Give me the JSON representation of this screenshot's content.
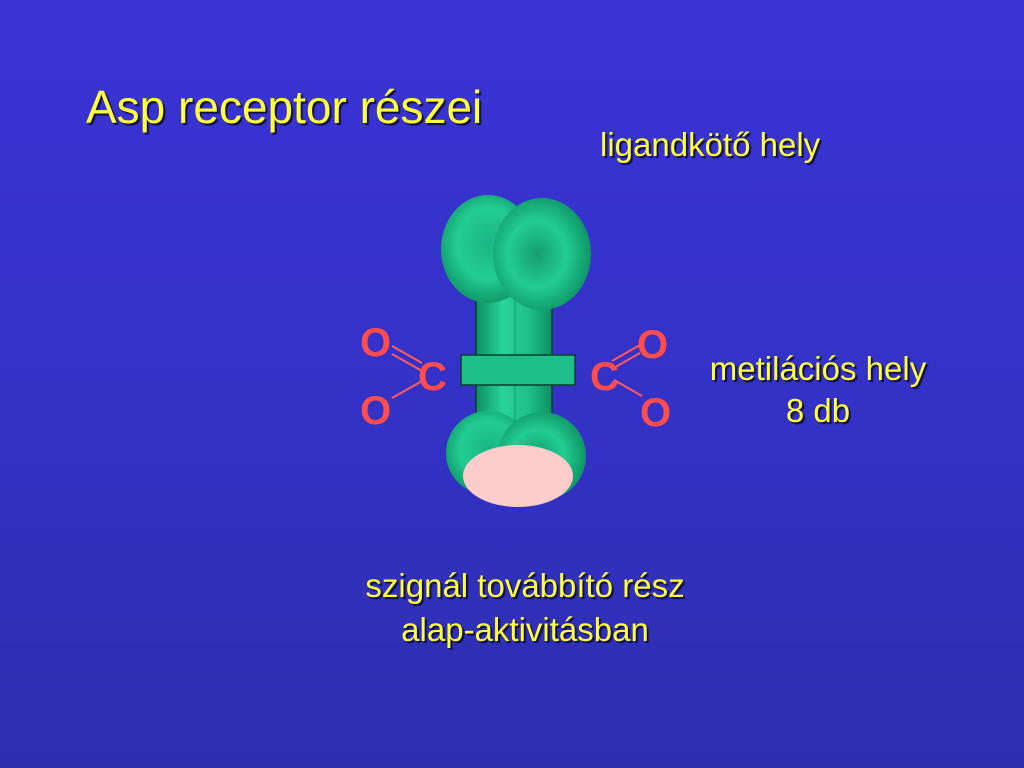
{
  "slide": {
    "title": "Asp receptor részei"
  },
  "labels": {
    "ligand_site": "ligandkötő hely",
    "methylation_site_line1": "metilációs hely",
    "methylation_site_line2": "8 db",
    "signal_part_line1": "szignál továbbító rész",
    "signal_part_line2": "alap-aktivitásban"
  },
  "atoms": {
    "left_o_top": "O",
    "left_c": "C",
    "left_o_bottom": "O",
    "right_o_top": "O",
    "right_c": "C",
    "right_o_bottom": "O"
  },
  "colors": {
    "background": "#3a34d4",
    "text": "#ffff3c",
    "receptor": "#1fbf8a",
    "signal_domain_cap": "#ffcccc",
    "atom": "#ff4d4d"
  }
}
